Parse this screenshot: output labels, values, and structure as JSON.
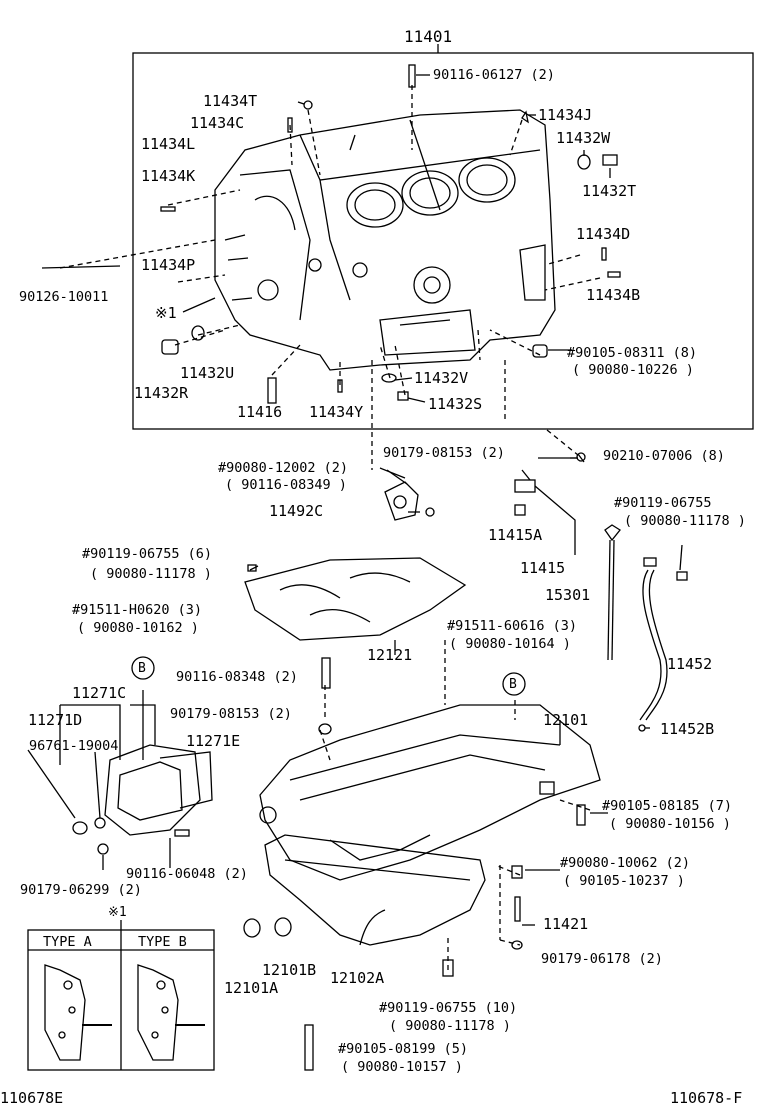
{
  "diagram": {
    "main_assembly": "11401",
    "labels": {
      "p90116_06127": "90116-06127 (2)",
      "p11434T": "11434T",
      "p11434J": "11434J",
      "p11434C": "11434C",
      "p11432W": "11432W",
      "p11434L": "11434L",
      "p11434K": "11434K",
      "p11432T": "11432T",
      "p11434D": "11434D",
      "p11434P": "11434P",
      "p90126_10011": "90126-10011",
      "p11434B": "11434B",
      "ref1": "※1",
      "p90105_08311": "#90105-08311 (8)",
      "p90080_10226": "( 90080-10226 )",
      "p11432U": "11432U",
      "p11432R": "11432R",
      "p11432V": "11432V",
      "p11416": "11416",
      "p11434Y": "11434Y",
      "p11432S": "11432S",
      "p90179_08153a": "90179-08153 (2)",
      "p90210_07006": "90210-07006 (8)",
      "p90080_12002": "#90080-12002 (2)",
      "p90116_08349": "( 90116-08349 )",
      "p11492C": "11492C",
      "p11415A": "11415A",
      "p11415": "11415",
      "p90119_06755a": "#90119-06755",
      "p90080_11178a": "( 90080-11178 )",
      "p90119_06755b": "#90119-06755 (6)",
      "p90080_11178b": "( 90080-11178 )",
      "p15301": "15301",
      "p91511_H0620": "#91511-H0620 (3)",
      "p90080_10162": "( 90080-10162 )",
      "p91511_60616": "#91511-60616 (3)",
      "p90080_10164": "( 90080-10164 )",
      "p12121": "12121",
      "refB1": "B",
      "p90116_08348": "90116-08348 (2)",
      "p11452": "11452",
      "refB2": "B",
      "p11271C": "11271C",
      "p90179_08153b": "90179-08153 (2)",
      "p12101": "12101",
      "p11271D": "11271D",
      "p11452B": "11452B",
      "p96761_19004": "96761-19004",
      "p11271E": "11271E",
      "p90105_08185": "#90105-08185 (7)",
      "p90080_10156": "( 90080-10156 )",
      "p90116_06048": "90116-06048 (2)",
      "p90080_10062": "#90080-10062 (2)",
      "p90105_10237": "( 90105-10237 )",
      "p90179_06299": "90179-06299 (2)",
      "ref1b": "※1",
      "p11421": "11421",
      "typeA": "TYPE A",
      "typeB": "TYPE B",
      "p12101B": "12101B",
      "p12102A": "12102A",
      "p90179_06178": "90179-06178 (2)",
      "p12101A": "12101A",
      "p90119_06755c": "#90119-06755 (10)",
      "p90080_11178c": "( 90080-11178 )",
      "p90105_08199": "#90105-08199 (5)",
      "p90080_10157": "( 90080-10157 )"
    },
    "footer": {
      "left_code": "110678E",
      "right_code": "110678-F"
    }
  }
}
